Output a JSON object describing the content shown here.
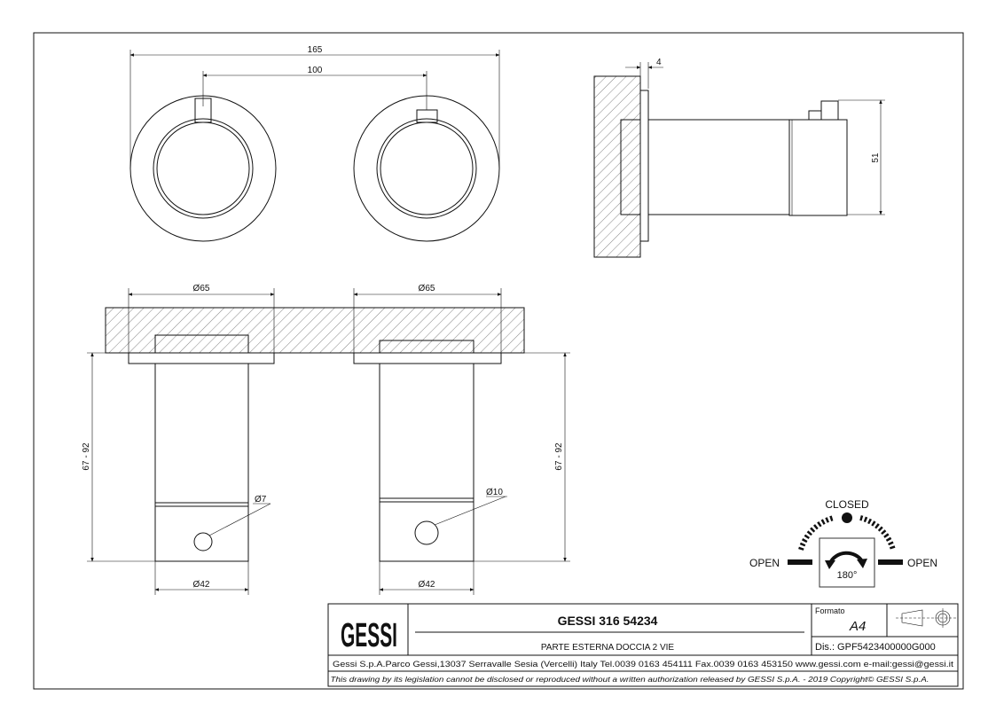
{
  "dimensions": {
    "front_total_width": "165",
    "front_center_distance": "100",
    "side_plate_thickness": "4",
    "side_height": "51",
    "flange_diameter_left": "Ø65",
    "flange_diameter_right": "Ø65",
    "body_diameter_left": "Ø42",
    "body_diameter_right": "Ø42",
    "depth_range_left": "67 - 92",
    "depth_range_right": "67 - 92",
    "hole_diameter_left": "Ø7",
    "hole_diameter_right": "Ø10"
  },
  "rotation_diagram": {
    "closed_label": "CLOSED",
    "open_left_label": "OPEN",
    "open_right_label": "OPEN",
    "angle_label": "180°"
  },
  "title_block": {
    "logo": "GESSI",
    "title": "GESSI 316 54234",
    "subtitle": "PARTE ESTERNA DOCCIA 2 VIE",
    "format_label": "Formato",
    "format_value": "A4",
    "drawing_number": "Dis.: GPF5423400000G000",
    "company_info": "Gessi S.p.A.Parco Gessi,13037 Serravalle Sesia (Vercelli) Italy Tel.0039 0163 454111 Fax.0039 0163 453150 www.gessi.com e-mail:gessi@gessi.it",
    "disclaimer": "This drawing by its legislation cannot be disclosed or reproduced without a written authorization released by GESSI S.p.A. - 2019 Copyright© GESSI S.p.A."
  }
}
